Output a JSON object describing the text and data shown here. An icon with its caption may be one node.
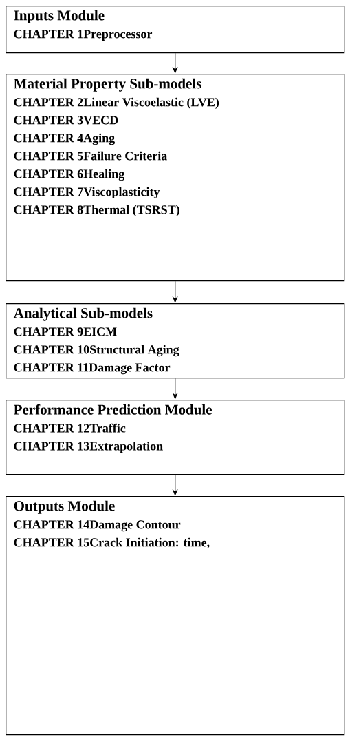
{
  "diagram": {
    "nodes": [
      {
        "text": [
          "Inputs Module",
          "CHAPTER 1Preprocessor"
        ]
      },
      {
        "text": [
          "Material Property Sub-models",
          "CHAPTER 2Linear Viscoelastic (LVE)",
          "CHAPTER 3VECD",
          "CHAPTER 4Aging",
          "CHAPTER 5Failure Criteria",
          "CHAPTER 6Healing",
          "CHAPTER 7Viscoplasticity",
          "CHAPTER 8Thermal (TSRST)"
        ]
      },
      {
        "text": [
          "Analytical Sub-models",
          "CHAPTER 9EICM",
          "CHAPTER 10Structural Aging",
          "CHAPTER 11Damage Factor"
        ]
      },
      {
        "text": [
          "Performance Prediction Module",
          "CHAPTER 12Traffic",
          "CHAPTER 13Extrapolation"
        ]
      },
      {
        "text": [
          "Outputs Module",
          "CHAPTER 14Damage Contour",
          "CHAPTER 15Crack Initiation: time,"
        ]
      }
    ],
    "edges": [
      {
        "from": 0,
        "to": 1,
        "arrow": "to"
      },
      {
        "from": 1,
        "to": 2,
        "arrow": "to"
      },
      {
        "from": 2,
        "to": 3,
        "arrow": "to"
      },
      {
        "from": 3,
        "to": 4,
        "arrow": "to"
      }
    ]
  }
}
